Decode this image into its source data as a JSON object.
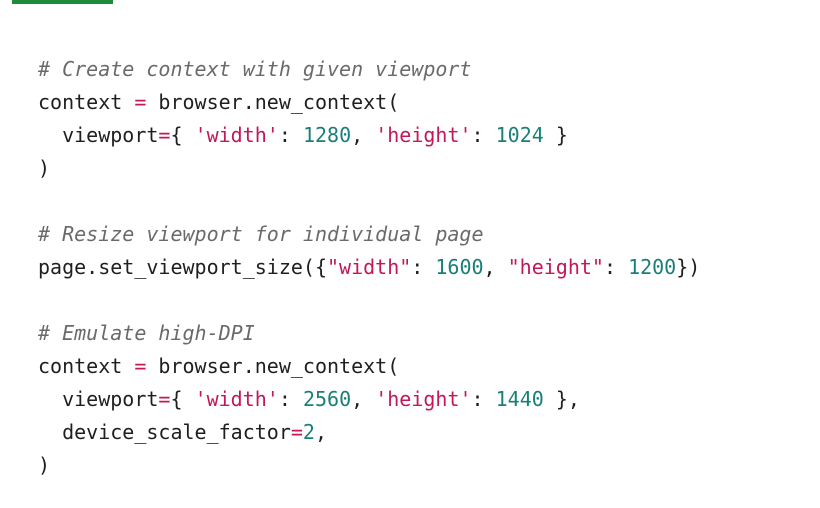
{
  "code": {
    "language": "python",
    "lines": [
      [
        {
          "t": "comment",
          "v": "# Create context with given viewport"
        }
      ],
      [
        {
          "t": "text",
          "v": "context "
        },
        {
          "t": "op",
          "v": "="
        },
        {
          "t": "text",
          "v": " browser.new_context("
        }
      ],
      [
        {
          "t": "text",
          "v": "  viewport"
        },
        {
          "t": "op",
          "v": "="
        },
        {
          "t": "text",
          "v": "{ "
        },
        {
          "t": "string",
          "v": "'width'"
        },
        {
          "t": "text",
          "v": ": "
        },
        {
          "t": "number",
          "v": "1280"
        },
        {
          "t": "text",
          "v": ", "
        },
        {
          "t": "string",
          "v": "'height'"
        },
        {
          "t": "text",
          "v": ": "
        },
        {
          "t": "number",
          "v": "1024"
        },
        {
          "t": "text",
          "v": " }"
        }
      ],
      [
        {
          "t": "text",
          "v": ")"
        }
      ],
      [],
      [
        {
          "t": "comment",
          "v": "# Resize viewport for individual page"
        }
      ],
      [
        {
          "t": "text",
          "v": "page.set_viewport_size({"
        },
        {
          "t": "string",
          "v": "\"width\""
        },
        {
          "t": "text",
          "v": ": "
        },
        {
          "t": "number",
          "v": "1600"
        },
        {
          "t": "text",
          "v": ", "
        },
        {
          "t": "string",
          "v": "\"height\""
        },
        {
          "t": "text",
          "v": ": "
        },
        {
          "t": "number",
          "v": "1200"
        },
        {
          "t": "text",
          "v": "})"
        }
      ],
      [],
      [
        {
          "t": "comment",
          "v": "# Emulate high-DPI"
        }
      ],
      [
        {
          "t": "text",
          "v": "context "
        },
        {
          "t": "op",
          "v": "="
        },
        {
          "t": "text",
          "v": " browser.new_context("
        }
      ],
      [
        {
          "t": "text",
          "v": "  viewport"
        },
        {
          "t": "op",
          "v": "="
        },
        {
          "t": "text",
          "v": "{ "
        },
        {
          "t": "string",
          "v": "'width'"
        },
        {
          "t": "text",
          "v": ": "
        },
        {
          "t": "number",
          "v": "2560"
        },
        {
          "t": "text",
          "v": ", "
        },
        {
          "t": "string",
          "v": "'height'"
        },
        {
          "t": "text",
          "v": ": "
        },
        {
          "t": "number",
          "v": "1440"
        },
        {
          "t": "text",
          "v": " },"
        }
      ],
      [
        {
          "t": "text",
          "v": "  device_scale_factor"
        },
        {
          "t": "op",
          "v": "="
        },
        {
          "t": "number",
          "v": "2"
        },
        {
          "t": "text",
          "v": ","
        }
      ],
      [
        {
          "t": "text",
          "v": ")"
        }
      ]
    ]
  },
  "colors": {
    "active_tab_indicator": "#1e8a3c",
    "comment": "#6a6a6a",
    "operator": "#c2185b",
    "string": "#c2185b",
    "number": "#1a7f78",
    "text": "#1f1f1f"
  }
}
